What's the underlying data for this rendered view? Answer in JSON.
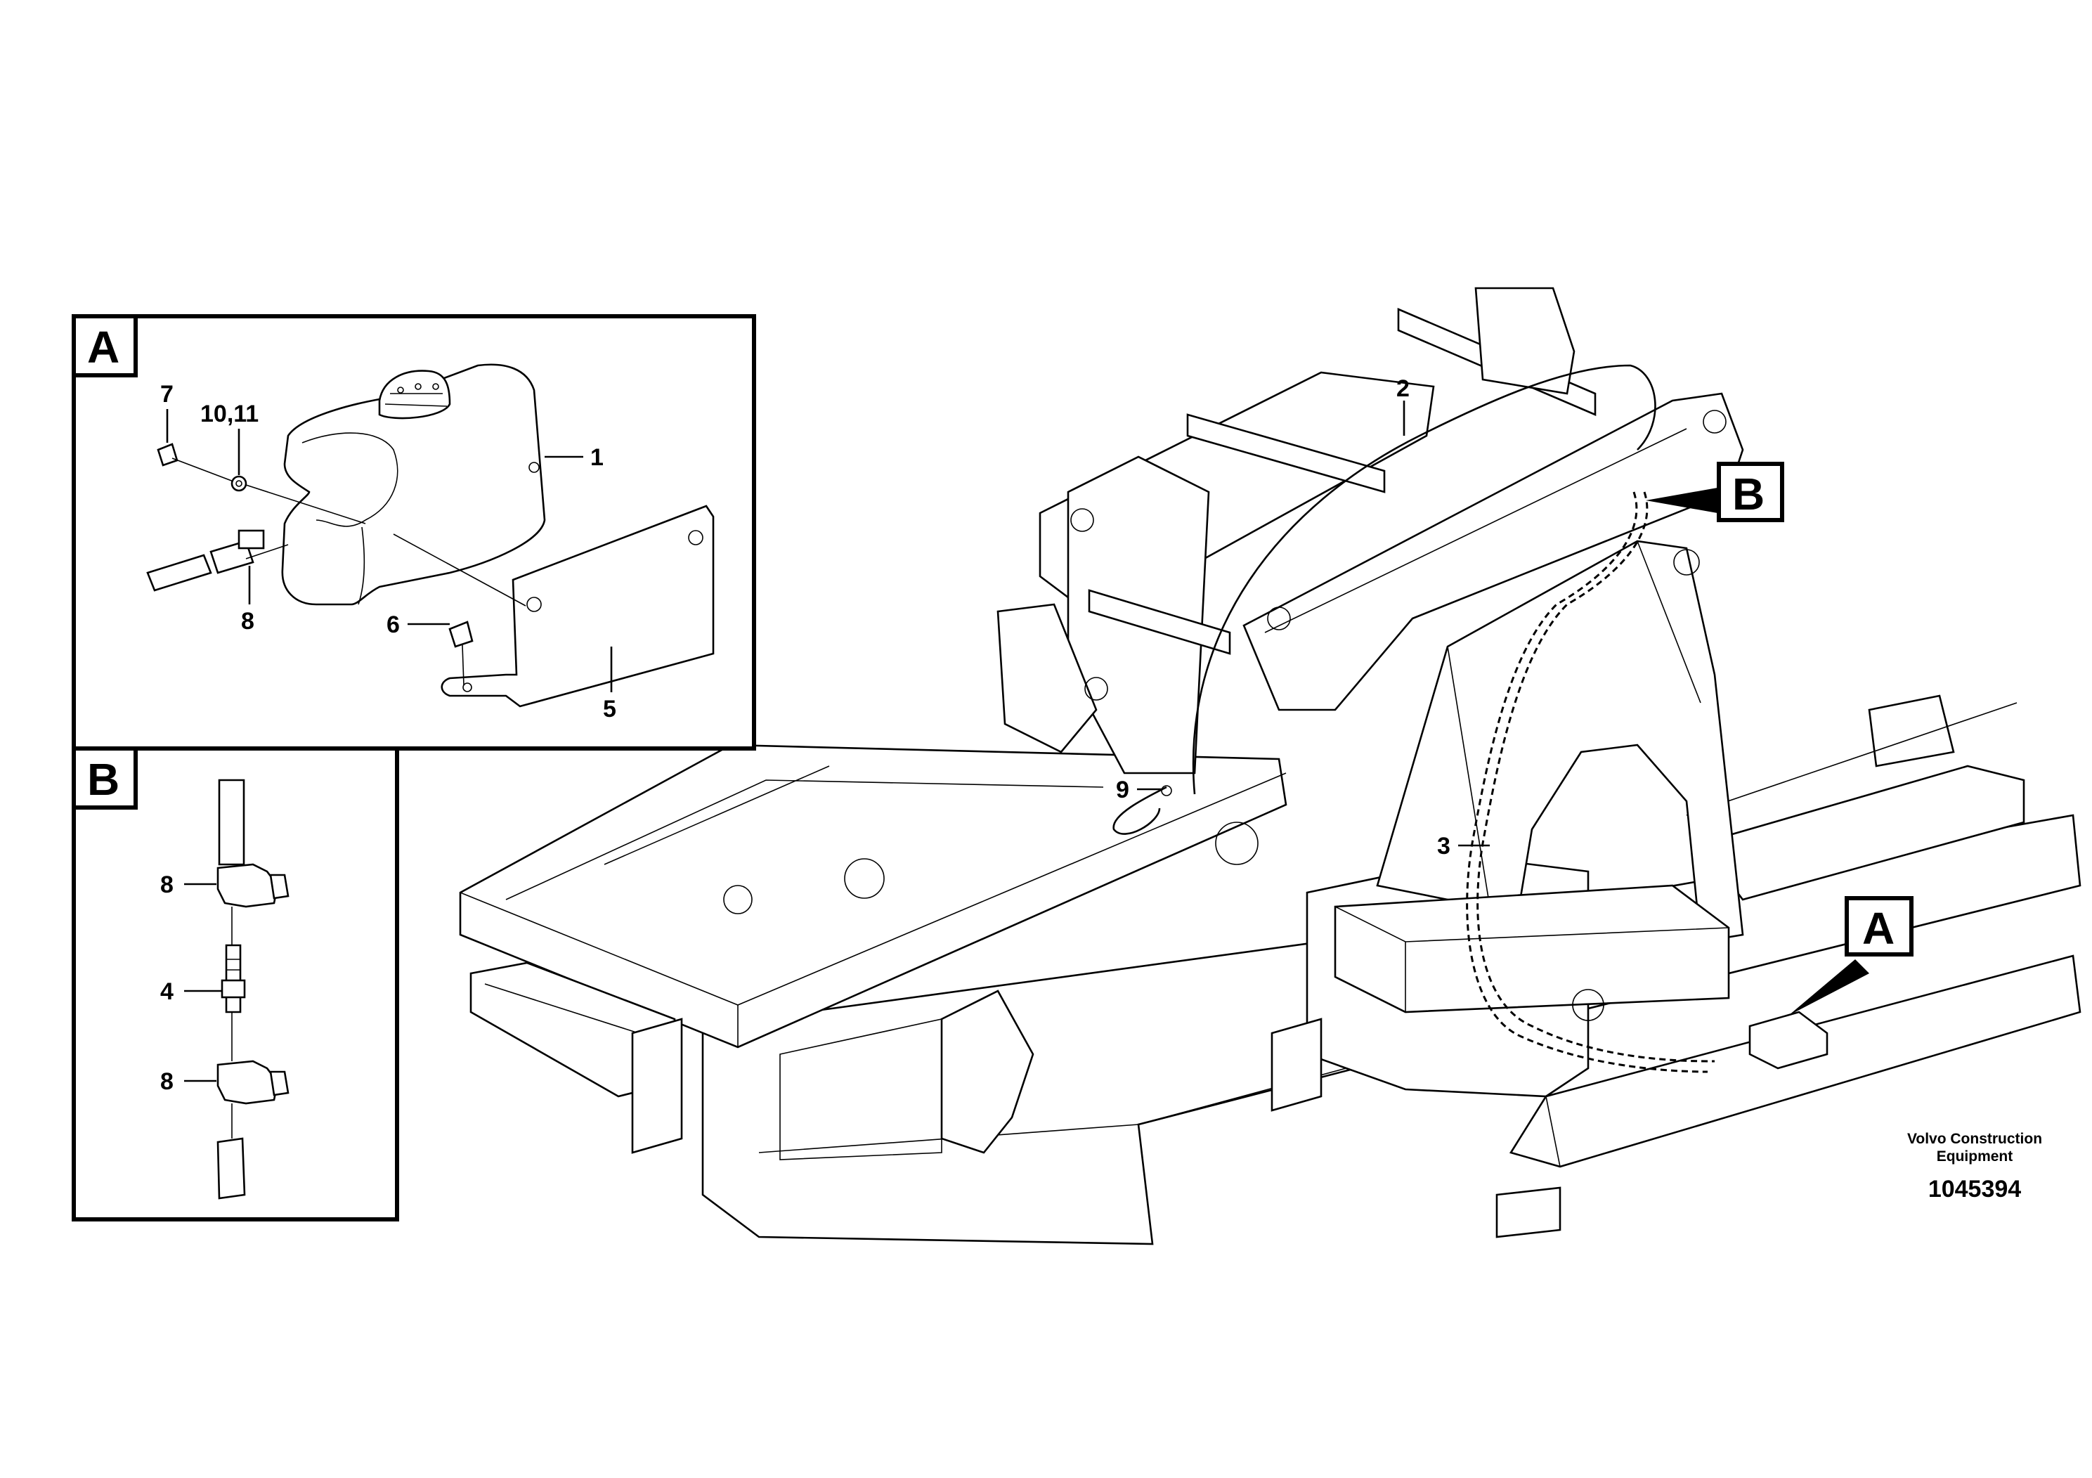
{
  "detail_a": {
    "letter": "A",
    "callouts": {
      "p1": "1",
      "p5": "5",
      "p6": "6",
      "p7": "7",
      "p8": "8",
      "p10_11": "10,11"
    }
  },
  "detail_b": {
    "letter": "B",
    "callouts": {
      "p8_top": "8",
      "p4": "4",
      "p8_bottom": "8"
    }
  },
  "main_view": {
    "callouts": {
      "p2": "2",
      "p3": "3",
      "p9": "9"
    },
    "ref_a": "A",
    "ref_b": "B"
  },
  "footer": {
    "brand_line1": "Volvo Construction",
    "brand_line2": "Equipment",
    "doc_number": "1045394"
  }
}
